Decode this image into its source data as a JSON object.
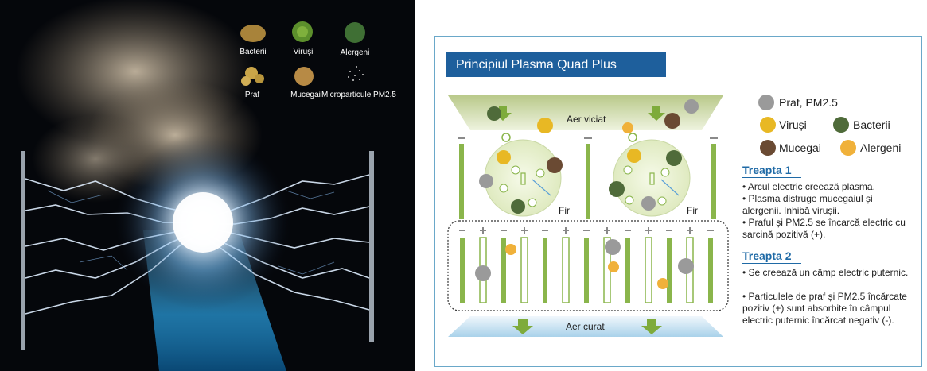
{
  "photo": {
    "legend": [
      {
        "label": "Bacterii",
        "icon": "bacteria-icon"
      },
      {
        "label": "Viruși",
        "icon": "virus-icon"
      },
      {
        "label": "Alergeni",
        "icon": "allergen-icon"
      },
      {
        "label": "Praf",
        "icon": "dust-icon"
      },
      {
        "label": "Mucegai",
        "icon": "mold-icon"
      },
      {
        "label": "Microparticule PM2.5",
        "icon": "microparticle-icon"
      }
    ]
  },
  "diagram": {
    "title": "Principiul Plasma Quad Plus",
    "top_air_label": "Aer viciat",
    "bottom_air_label": "Aer curat",
    "wire_label_left": "Fir",
    "wire_label_right": "Fir",
    "key": [
      {
        "label": "Praf, PM2.5",
        "color": "#9a9a9a"
      },
      {
        "label": "Viruși",
        "color": "#e8b824"
      },
      {
        "label": "Bacterii",
        "color": "#4f6b3a"
      },
      {
        "label": "Mucegai",
        "color": "#6a4a33"
      },
      {
        "label": "Alergeni",
        "color": "#f0b13a"
      }
    ],
    "steps": [
      {
        "title": "Treapta 1",
        "items": [
          "• Arcul electric creează plasma.",
          "• Plasma distruge mucegaiul și alergenii. Inhibă virușii.",
          "• Praful și PM2.5 se încarcă electric cu sarcină pozitivă (+)."
        ]
      },
      {
        "title": "Treapta 2",
        "items": [
          "• Se creează un câmp electric puternic.",
          "• Particulele de praf și PM2.5 încărcate pozitiv (+) sunt absorbite în câmpul electric puternic încărcat negativ (-)."
        ]
      }
    ],
    "colors": {
      "title_bar": "#1e5f9c",
      "plate_green": "#8ab54b",
      "accent_blue": "#1f6aa6"
    }
  }
}
